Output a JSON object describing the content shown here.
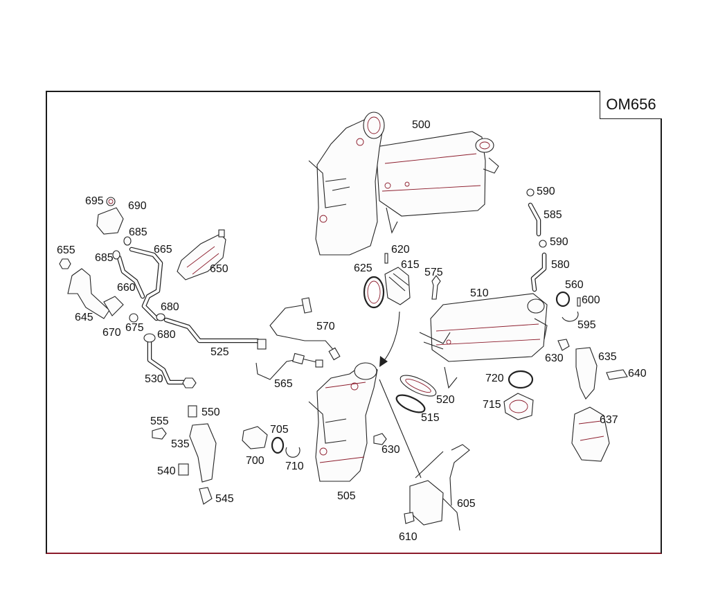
{
  "engine_code": "OM656",
  "callouts": [
    {
      "id": "500",
      "text": "500"
    },
    {
      "id": "505",
      "text": "505"
    },
    {
      "id": "510",
      "text": "510"
    },
    {
      "id": "515",
      "text": "515"
    },
    {
      "id": "520",
      "text": "520"
    },
    {
      "id": "525",
      "text": "525"
    },
    {
      "id": "530",
      "text": "530"
    },
    {
      "id": "535",
      "text": "535"
    },
    {
      "id": "540",
      "text": "540"
    },
    {
      "id": "545",
      "text": "545"
    },
    {
      "id": "550",
      "text": "550"
    },
    {
      "id": "555",
      "text": "555"
    },
    {
      "id": "560",
      "text": "560"
    },
    {
      "id": "565",
      "text": "565"
    },
    {
      "id": "570",
      "text": "570"
    },
    {
      "id": "575",
      "text": "575"
    },
    {
      "id": "580",
      "text": "580"
    },
    {
      "id": "585",
      "text": "585"
    },
    {
      "id": "590a",
      "text": "590"
    },
    {
      "id": "590b",
      "text": "590"
    },
    {
      "id": "595",
      "text": "595"
    },
    {
      "id": "600",
      "text": "600"
    },
    {
      "id": "605",
      "text": "605"
    },
    {
      "id": "610",
      "text": "610"
    },
    {
      "id": "615",
      "text": "615"
    },
    {
      "id": "620",
      "text": "620"
    },
    {
      "id": "625",
      "text": "625"
    },
    {
      "id": "630a",
      "text": "630"
    },
    {
      "id": "630b",
      "text": "630"
    },
    {
      "id": "635",
      "text": "635"
    },
    {
      "id": "637",
      "text": "637"
    },
    {
      "id": "640",
      "text": "640"
    },
    {
      "id": "645",
      "text": "645"
    },
    {
      "id": "650",
      "text": "650"
    },
    {
      "id": "655",
      "text": "655"
    },
    {
      "id": "660",
      "text": "660"
    },
    {
      "id": "665",
      "text": "665"
    },
    {
      "id": "670",
      "text": "670"
    },
    {
      "id": "675",
      "text": "675"
    },
    {
      "id": "680a",
      "text": "680"
    },
    {
      "id": "680b",
      "text": "680"
    },
    {
      "id": "685a",
      "text": "685"
    },
    {
      "id": "685b",
      "text": "685"
    },
    {
      "id": "690",
      "text": "690"
    },
    {
      "id": "695",
      "text": "695"
    },
    {
      "id": "700",
      "text": "700"
    },
    {
      "id": "705",
      "text": "705"
    },
    {
      "id": "710",
      "text": "710"
    },
    {
      "id": "715",
      "text": "715"
    },
    {
      "id": "720",
      "text": "720"
    }
  ],
  "colors": {
    "line": "#222222",
    "accent": "#8b1a2a",
    "background": "#ffffff"
  }
}
